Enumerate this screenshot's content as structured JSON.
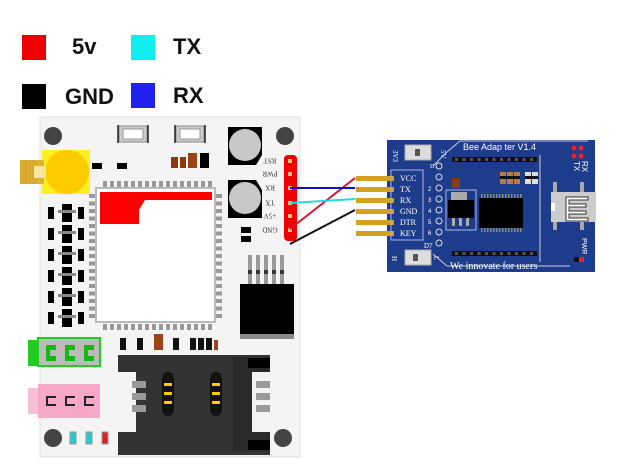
{
  "legend": {
    "items": [
      {
        "label": "5v",
        "color": "#ee0000"
      },
      {
        "label": "TX",
        "color": "#11eeee"
      },
      {
        "label": "GND",
        "color": "#000000"
      },
      {
        "label": "RX",
        "color": "#2222ee"
      }
    ]
  },
  "gsm_module": {
    "header_pins": [
      "RST",
      "PWR",
      "RX",
      "TX",
      "+5V",
      "GND"
    ]
  },
  "adapter": {
    "title": "Bee Adap ter V1.4",
    "tagline": "We innovate for users",
    "pins": [
      "VCC",
      "TX",
      "RX",
      "GND",
      "DTR",
      "KEY"
    ],
    "switch_top_labels": [
      "3V3",
      "5V",
      "D"
    ],
    "switch_bottom_labels": [
      "H",
      "L"
    ],
    "xbee_pin_numbers": [
      "2",
      "3",
      "4",
      "5",
      "6"
    ],
    "xbee_pin_d7": "D7",
    "led_labels": [
      "RX",
      "TX"
    ],
    "power_label": "PWR"
  },
  "wires": [
    {
      "from": "+5V",
      "to": "VCC",
      "color": "#dd1133"
    },
    {
      "from": "RX",
      "to": "TX",
      "color": "#1111cc"
    },
    {
      "from": "TX",
      "to": "RX",
      "color": "#22dddd"
    },
    {
      "from": "GND",
      "to": "GND",
      "color": "#111111"
    }
  ]
}
